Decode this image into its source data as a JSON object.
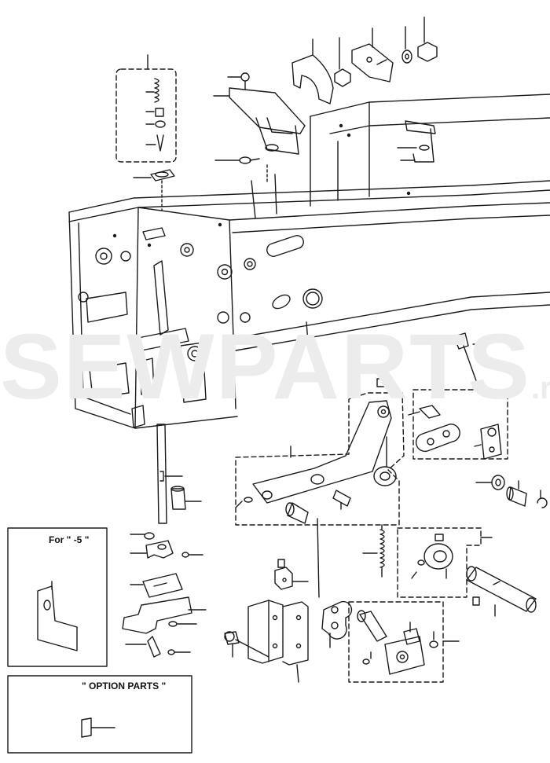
{
  "inset_for5": {
    "label": "For \" -5 \""
  },
  "inset_option": {
    "label": "\" OPTION PARTS \""
  },
  "watermark": {
    "main": "SEWPARTS",
    "suffix": ".ru"
  }
}
